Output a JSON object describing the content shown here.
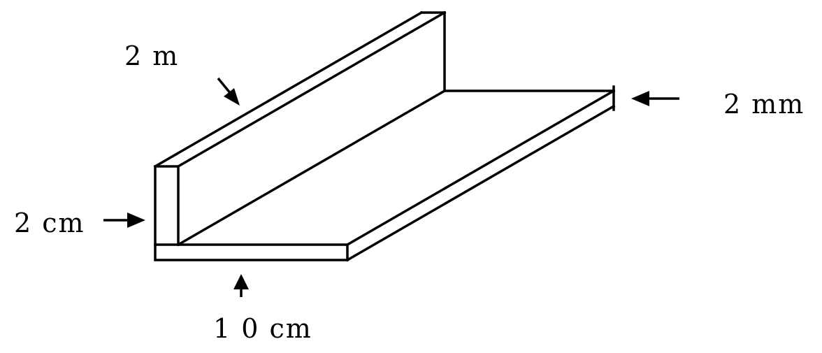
{
  "labels": {
    "length": "2 m",
    "thickness": "2 mm",
    "height": "2 cm",
    "width": "1 0 cm"
  },
  "colors": {
    "stroke": "#000000",
    "background": "#ffffff"
  }
}
